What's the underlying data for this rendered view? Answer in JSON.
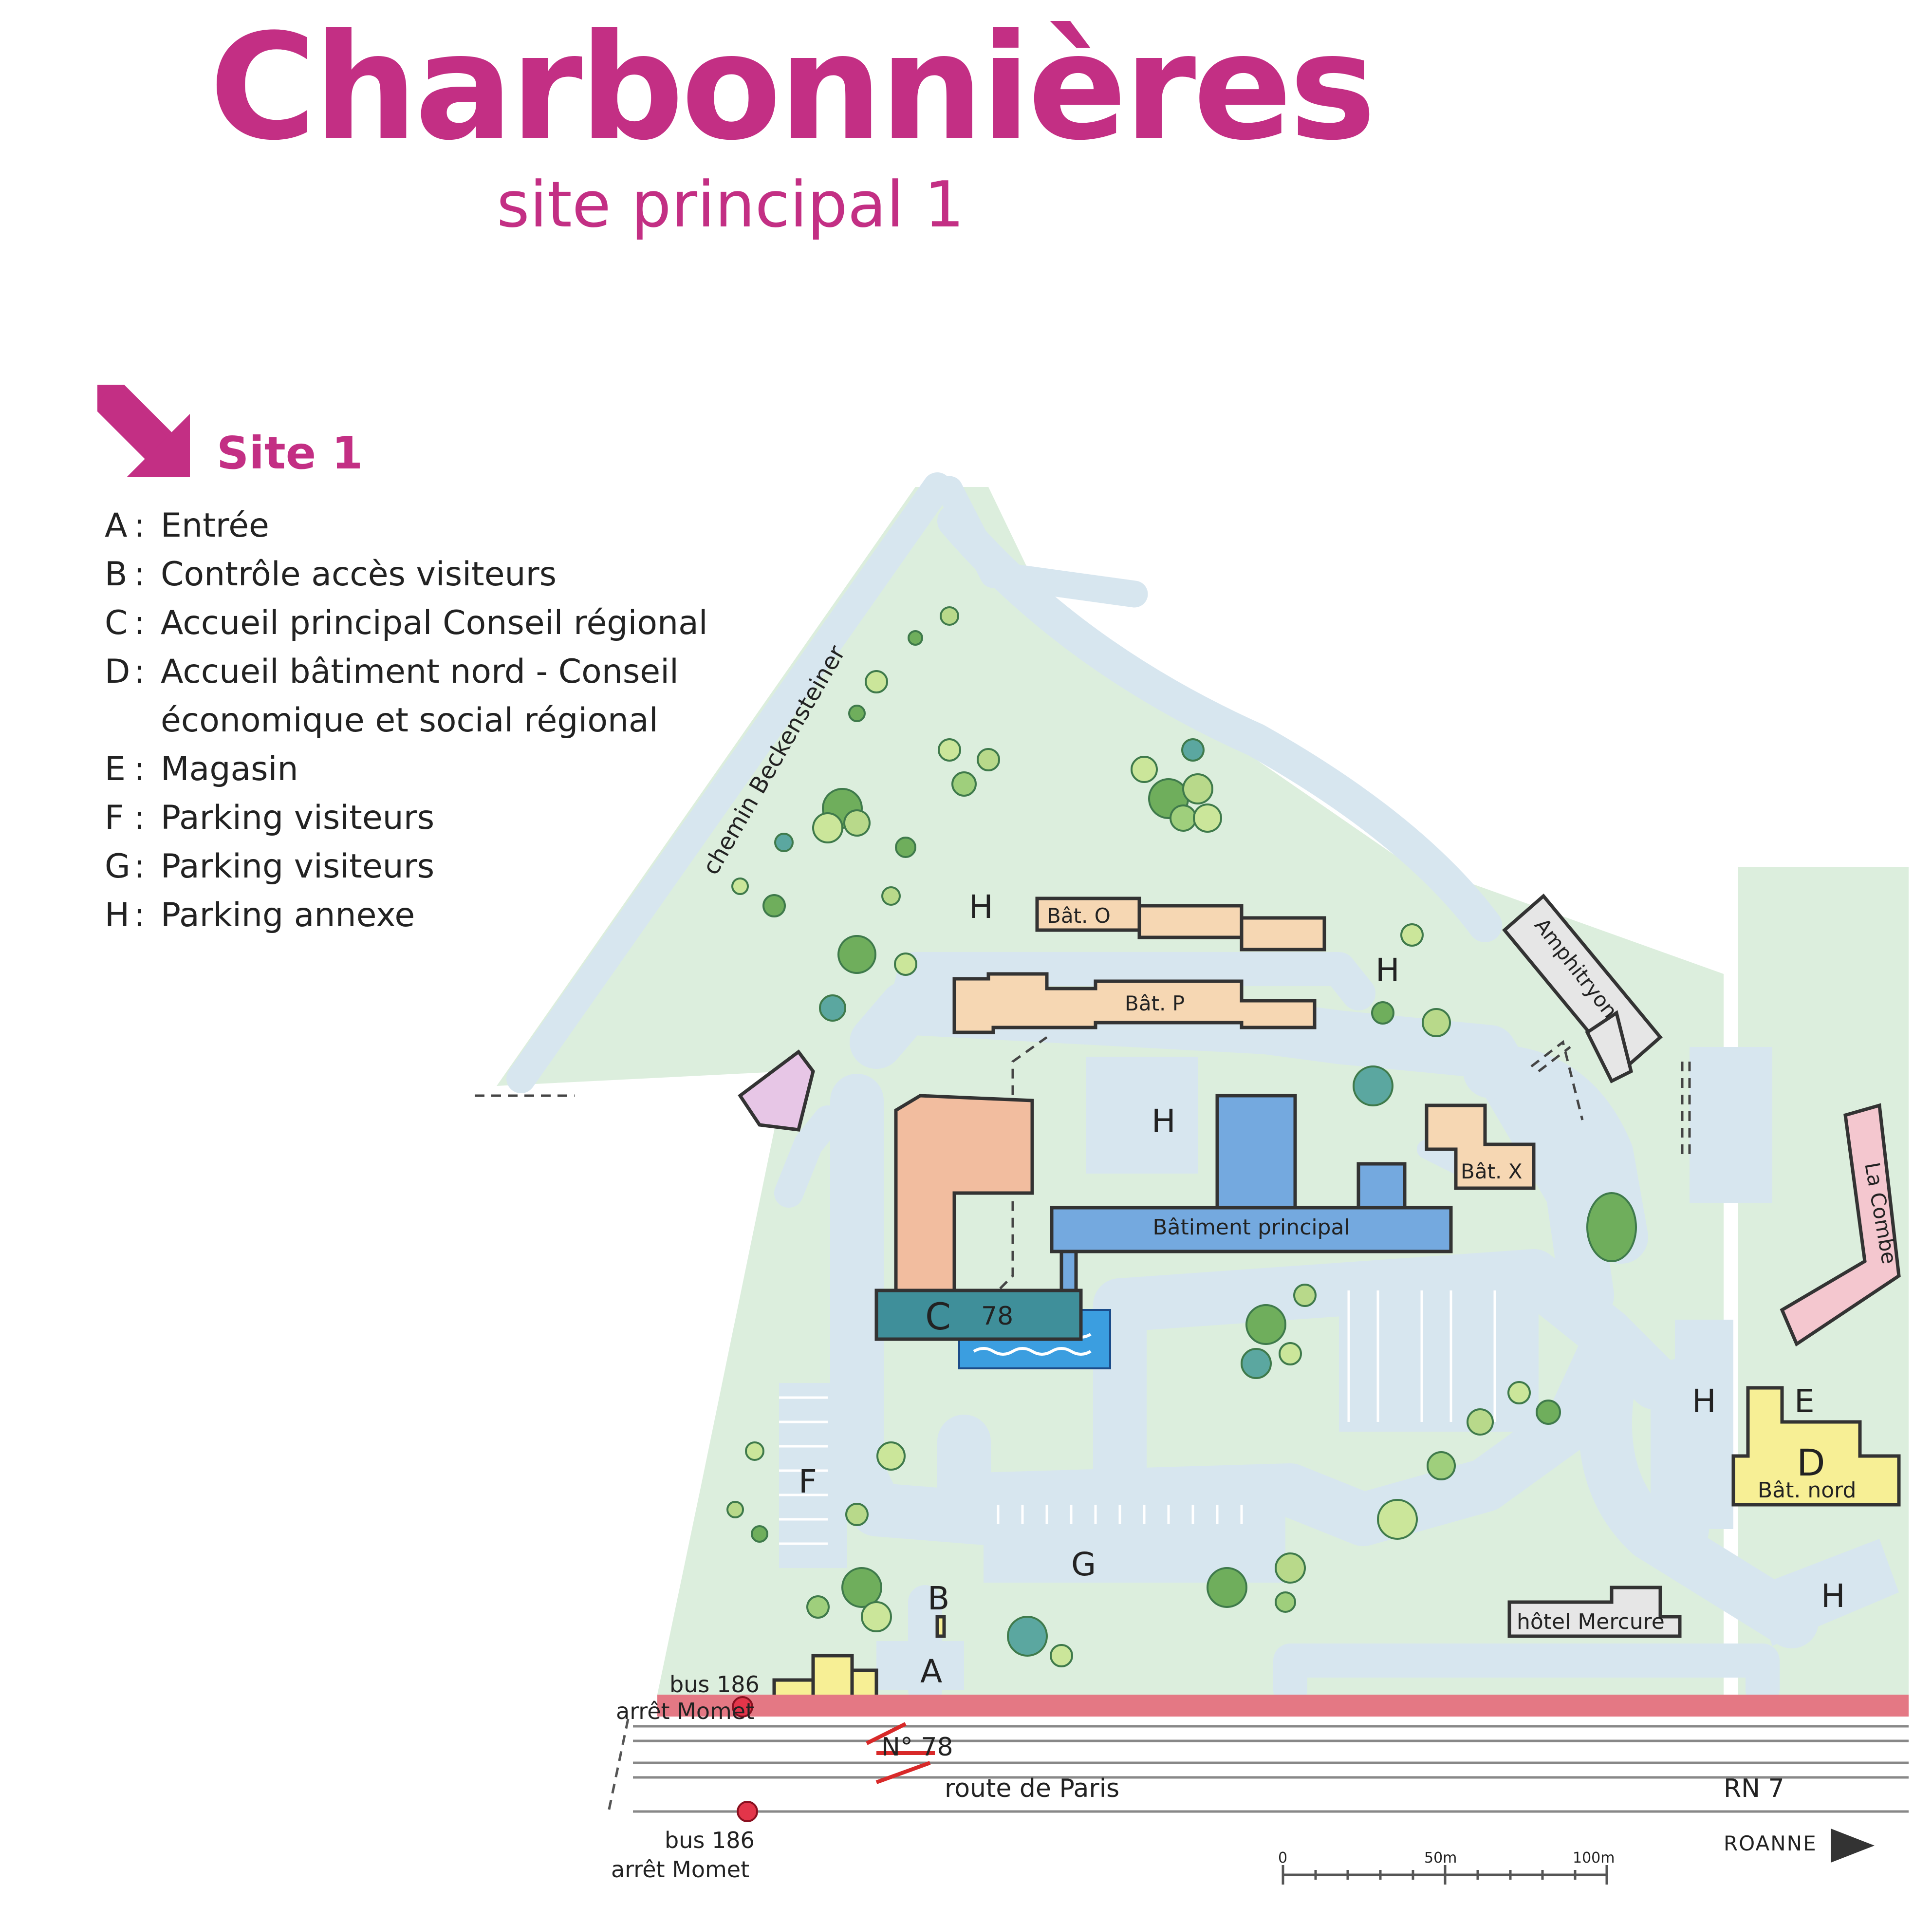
{
  "title": "Charbonnières",
  "subtitle": "site principal 1",
  "legend": {
    "heading": "Site 1",
    "separator": ":",
    "items": [
      {
        "key": "A",
        "text": "Entrée"
      },
      {
        "key": "B",
        "text": "Contrôle accès visiteurs"
      },
      {
        "key": "C",
        "text": "Accueil principal Conseil régional"
      },
      {
        "key": "D",
        "text": "Accueil bâtiment nord - Conseil économique et social régional"
      },
      {
        "key": "E",
        "text": "Magasin"
      },
      {
        "key": "F",
        "text": "Parking visiteurs"
      },
      {
        "key": "G",
        "text": "Parking visiteurs"
      },
      {
        "key": "H",
        "text": "Parking annexe"
      }
    ]
  },
  "map": {
    "streets": {
      "chemin": "chemin Beckensteiner",
      "route": "route de Paris",
      "rn": "RN 7",
      "numero": "N° 78"
    },
    "buildings": {
      "bat_o": "Bât. O",
      "bat_p": "Bât. P",
      "bat_x": "Bât. X",
      "principal": "Bâtiment principal",
      "amphitryon": "Amphitryon",
      "la_combe": "La Combe",
      "hotel": "hôtel Mercure",
      "bat_nord": "Bât. nord",
      "c_number": "78"
    },
    "labels": {
      "a": "A",
      "b": "B",
      "c": "C",
      "d": "D",
      "e": "E",
      "f": "F",
      "g": "G",
      "h1": "H",
      "h2": "H",
      "h3": "H",
      "h4": "H",
      "h5": "H"
    },
    "bus": {
      "line": "bus 186",
      "stop": "arrêt Momet"
    },
    "direction": "ROANNE",
    "scale": [
      "0",
      "50m",
      "100m"
    ]
  },
  "colors": {
    "brand": "#c32f84",
    "grass": "#dceedd",
    "road": "#d7e6ef",
    "main_building": "#74a9df",
    "accueil_c": "#3f8f9a",
    "salmon": "#f2bd9f",
    "peach": "#f6d7b3",
    "yellow": "#f7ef95",
    "pink": "#f4c7cf",
    "grey": "#e6e6e6",
    "road_strip": "#e47884",
    "bus_stop": "#e3354a"
  }
}
